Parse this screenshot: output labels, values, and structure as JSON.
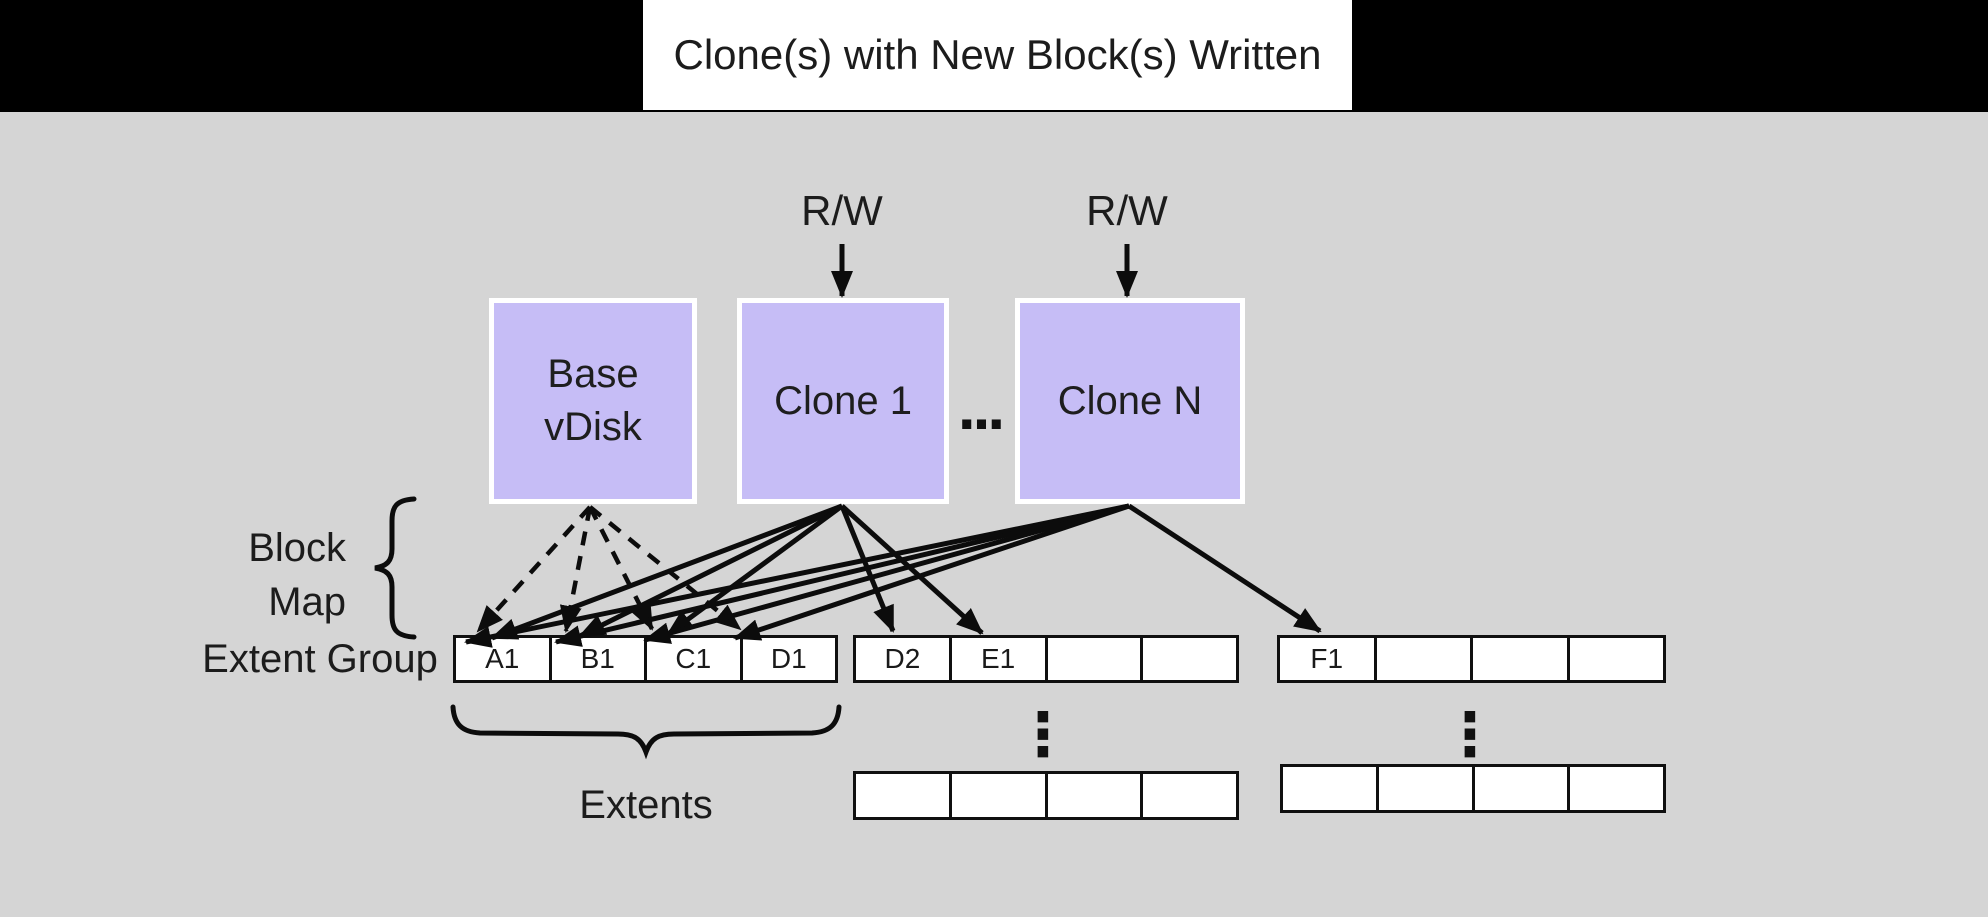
{
  "title": "Clone(s) with New Block(s) Written",
  "colors": {
    "background": "#d5d5d5",
    "top_bar": "#000000",
    "title_card": "#ffffff",
    "node_fill": "#c6bdf6",
    "node_border": "#ffffff",
    "line_and_text": "#0c0c0c"
  },
  "nodes": {
    "base_vdisk": {
      "line1": "Base",
      "line2": "vDisk"
    },
    "clone1": {
      "label": "Clone 1"
    },
    "cloneN": {
      "label": "Clone N"
    },
    "ellipsis": "..."
  },
  "io_labels": {
    "clone1": "R/W",
    "cloneN": "R/W"
  },
  "labels": {
    "block_map_line1": "Block",
    "block_map_line2": "Map",
    "extent_group": "Extent Group",
    "extents": "Extents",
    "vertical_ellipsis": "⋮"
  },
  "extent_rows": {
    "row1": {
      "cells": [
        "A1",
        "B1",
        "C1",
        "D1"
      ]
    },
    "row2": {
      "cells": [
        "D2",
        "E1",
        "",
        ""
      ]
    },
    "row3": {
      "cells": [
        "F1",
        "",
        "",
        ""
      ]
    },
    "row4": {
      "cells": [
        "",
        "",
        "",
        ""
      ]
    },
    "row5": {
      "cells": [
        "",
        "",
        "",
        ""
      ]
    }
  },
  "arrows": {
    "base_vdisk_style": "dashed",
    "clone_style": "solid",
    "base_vdisk_targets": [
      "A1",
      "B1",
      "C1",
      "D1"
    ],
    "clone1_targets": [
      "A1",
      "B1",
      "C1",
      "D2",
      "E1"
    ],
    "cloneN_targets": [
      "A1",
      "B1",
      "C1",
      "D1",
      "F1"
    ]
  }
}
